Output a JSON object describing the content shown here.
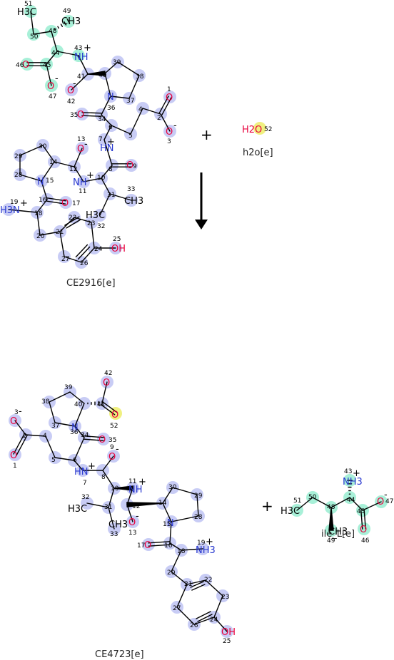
{
  "colors": {
    "carbon": "#000000",
    "oxygen": "#e8003c",
    "nitrogen": "#2a3ad0",
    "highlight_blue": "#c8ccf5",
    "highlight_teal": "#a8f0d8",
    "highlight_yellow": "#f0f080"
  },
  "molecules": {
    "ce2916": {
      "caption": "CE2916[e]"
    },
    "h2o": {
      "caption": "h2o[e]"
    },
    "ce4723": {
      "caption": "CE4723[e]"
    },
    "ile": {
      "caption": "ile_L[e]"
    }
  },
  "plus_sign": "+"
}
